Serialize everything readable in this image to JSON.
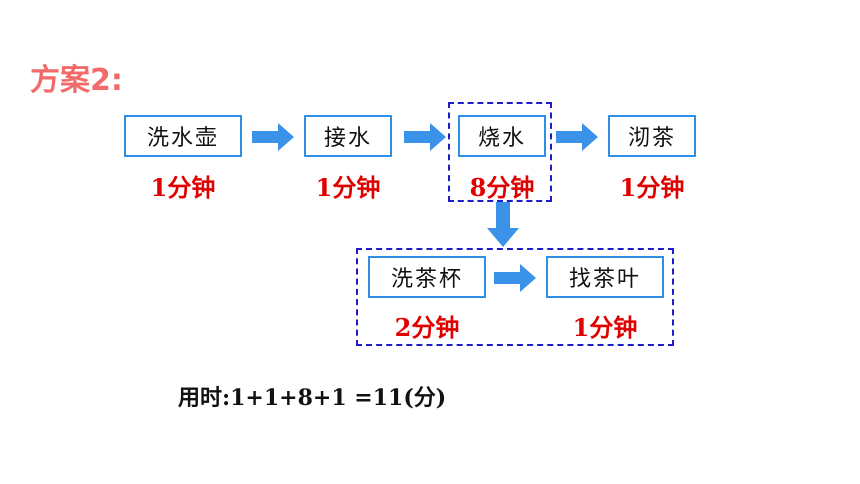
{
  "title": "方案2:",
  "steps": [
    {
      "label": "洗水壶",
      "time": "1分钟"
    },
    {
      "label": "接水",
      "time": "1分钟"
    },
    {
      "label": "烧水",
      "time": "8分钟"
    },
    {
      "label": "沏茶",
      "time": "1分钟"
    }
  ],
  "parallel_steps": [
    {
      "label": "洗茶杯",
      "time": "2分钟"
    },
    {
      "label": "找茶叶",
      "time": "1分钟"
    }
  ],
  "formula": "用时:1+1+8+1 =11(分)",
  "colors": {
    "title": "#f26b6b",
    "box_border": "#2f8fe6",
    "arrow": "#3a93e8",
    "time": "#e00000",
    "dashed_border": "#1c1cc8"
  }
}
